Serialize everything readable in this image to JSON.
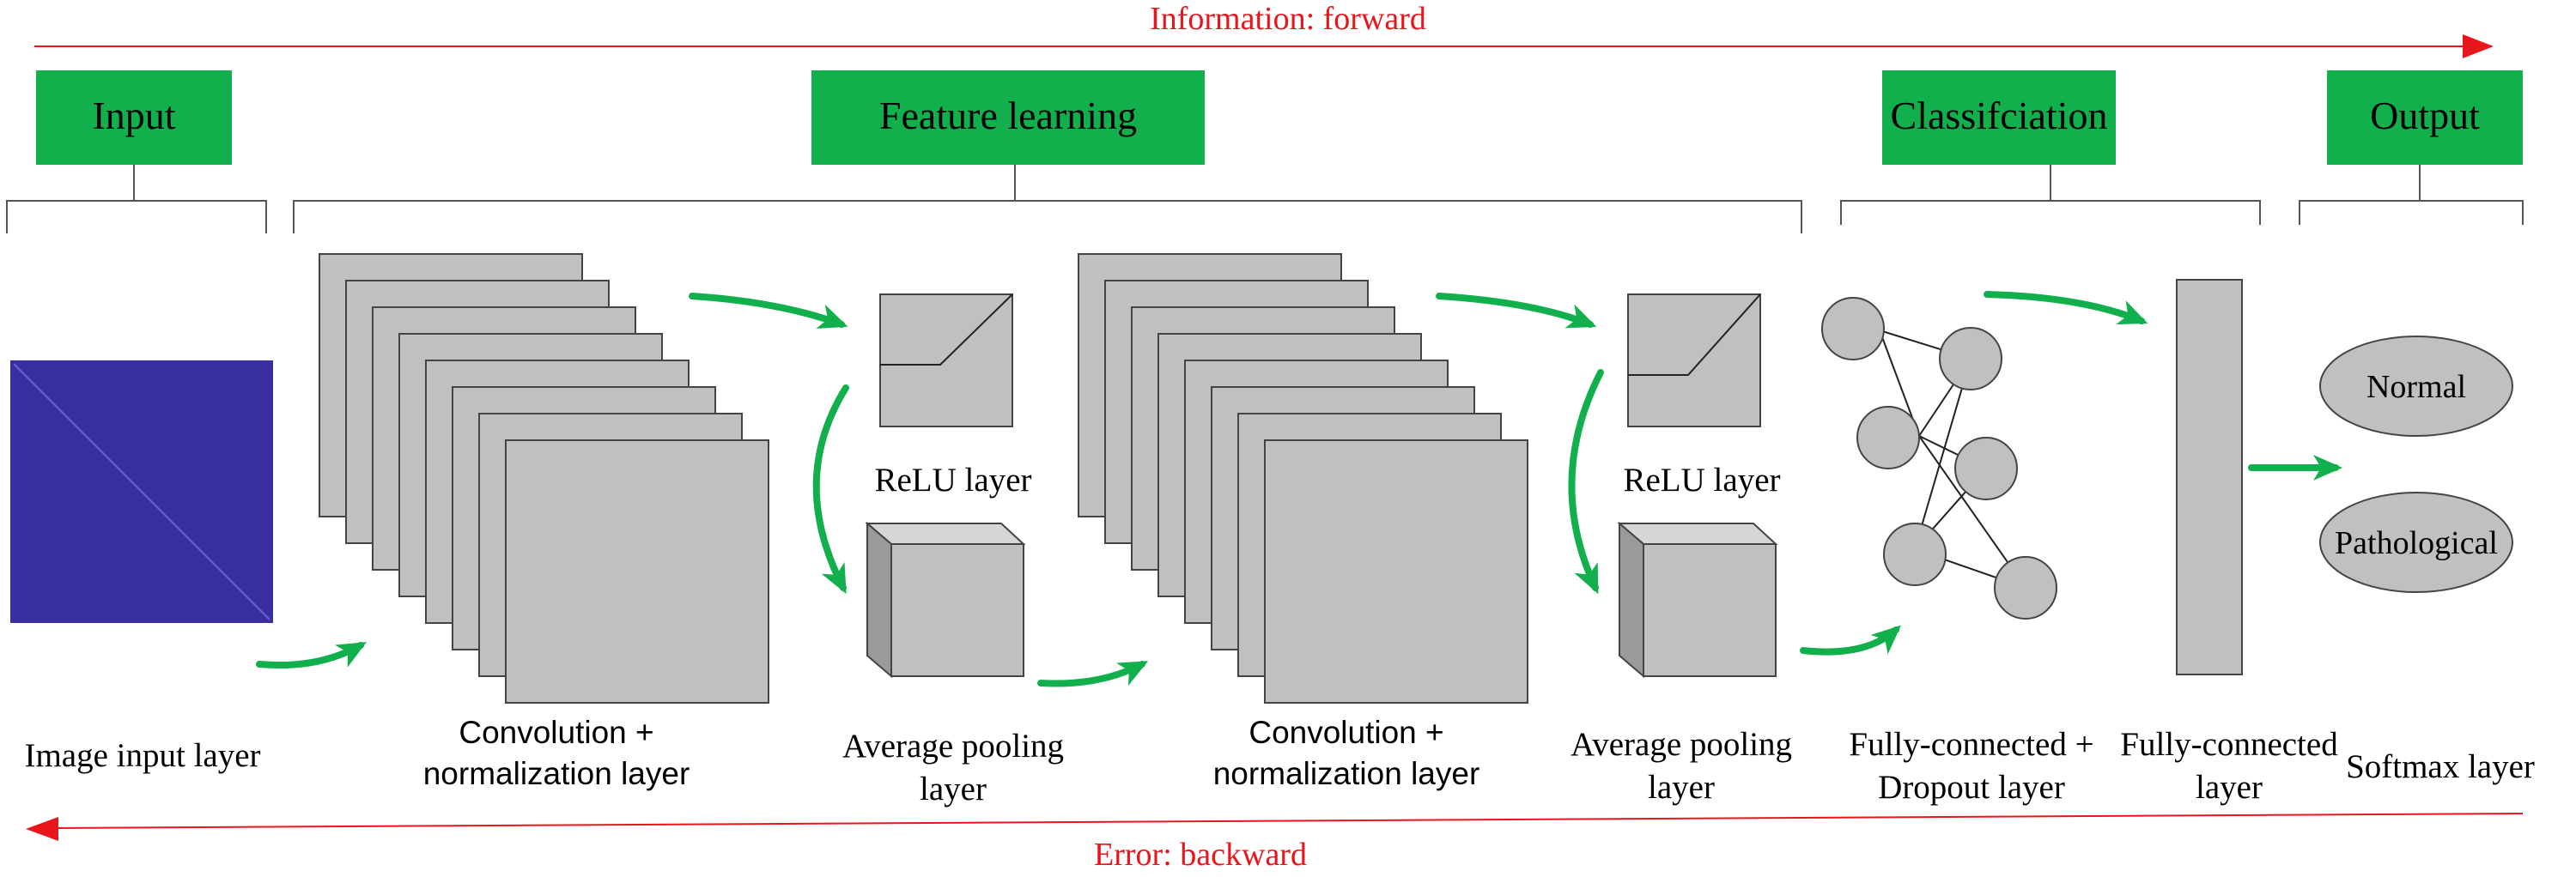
{
  "flow": {
    "forward_label": "Information: forward",
    "backward_label": "Error: backward",
    "arrow_color": "#e8151b"
  },
  "stages": {
    "input": "Input",
    "feature_learning": "Feature learning",
    "classification": "Classifciation",
    "output": "Output",
    "header_color": "#12b04c"
  },
  "layers": {
    "image_input": "Image input layer",
    "conv1_line1": "Convolution +",
    "conv1_line2": "normalization layer",
    "relu1": "ReLU layer",
    "avgpool1_line1": "Average pooling",
    "avgpool1_line2": "layer",
    "conv2_line1": "Convolution +",
    "conv2_line2": "normalization layer",
    "relu2": "ReLU layer",
    "avgpool2_line1": "Average pooling",
    "avgpool2_line2": "layer",
    "fc_dropout_line1": "Fully-connected +",
    "fc_dropout_line2": "Dropout layer",
    "fc_line1": "Fully-connected",
    "fc_line2": "layer",
    "softmax": "Softmax layer"
  },
  "outputs": {
    "normal": "Normal",
    "pathological": "Pathological"
  },
  "colors": {
    "connector_arrow": "#12b04c",
    "shape_fill": "#c0c0c0",
    "input_image": "#3a2fa0"
  }
}
